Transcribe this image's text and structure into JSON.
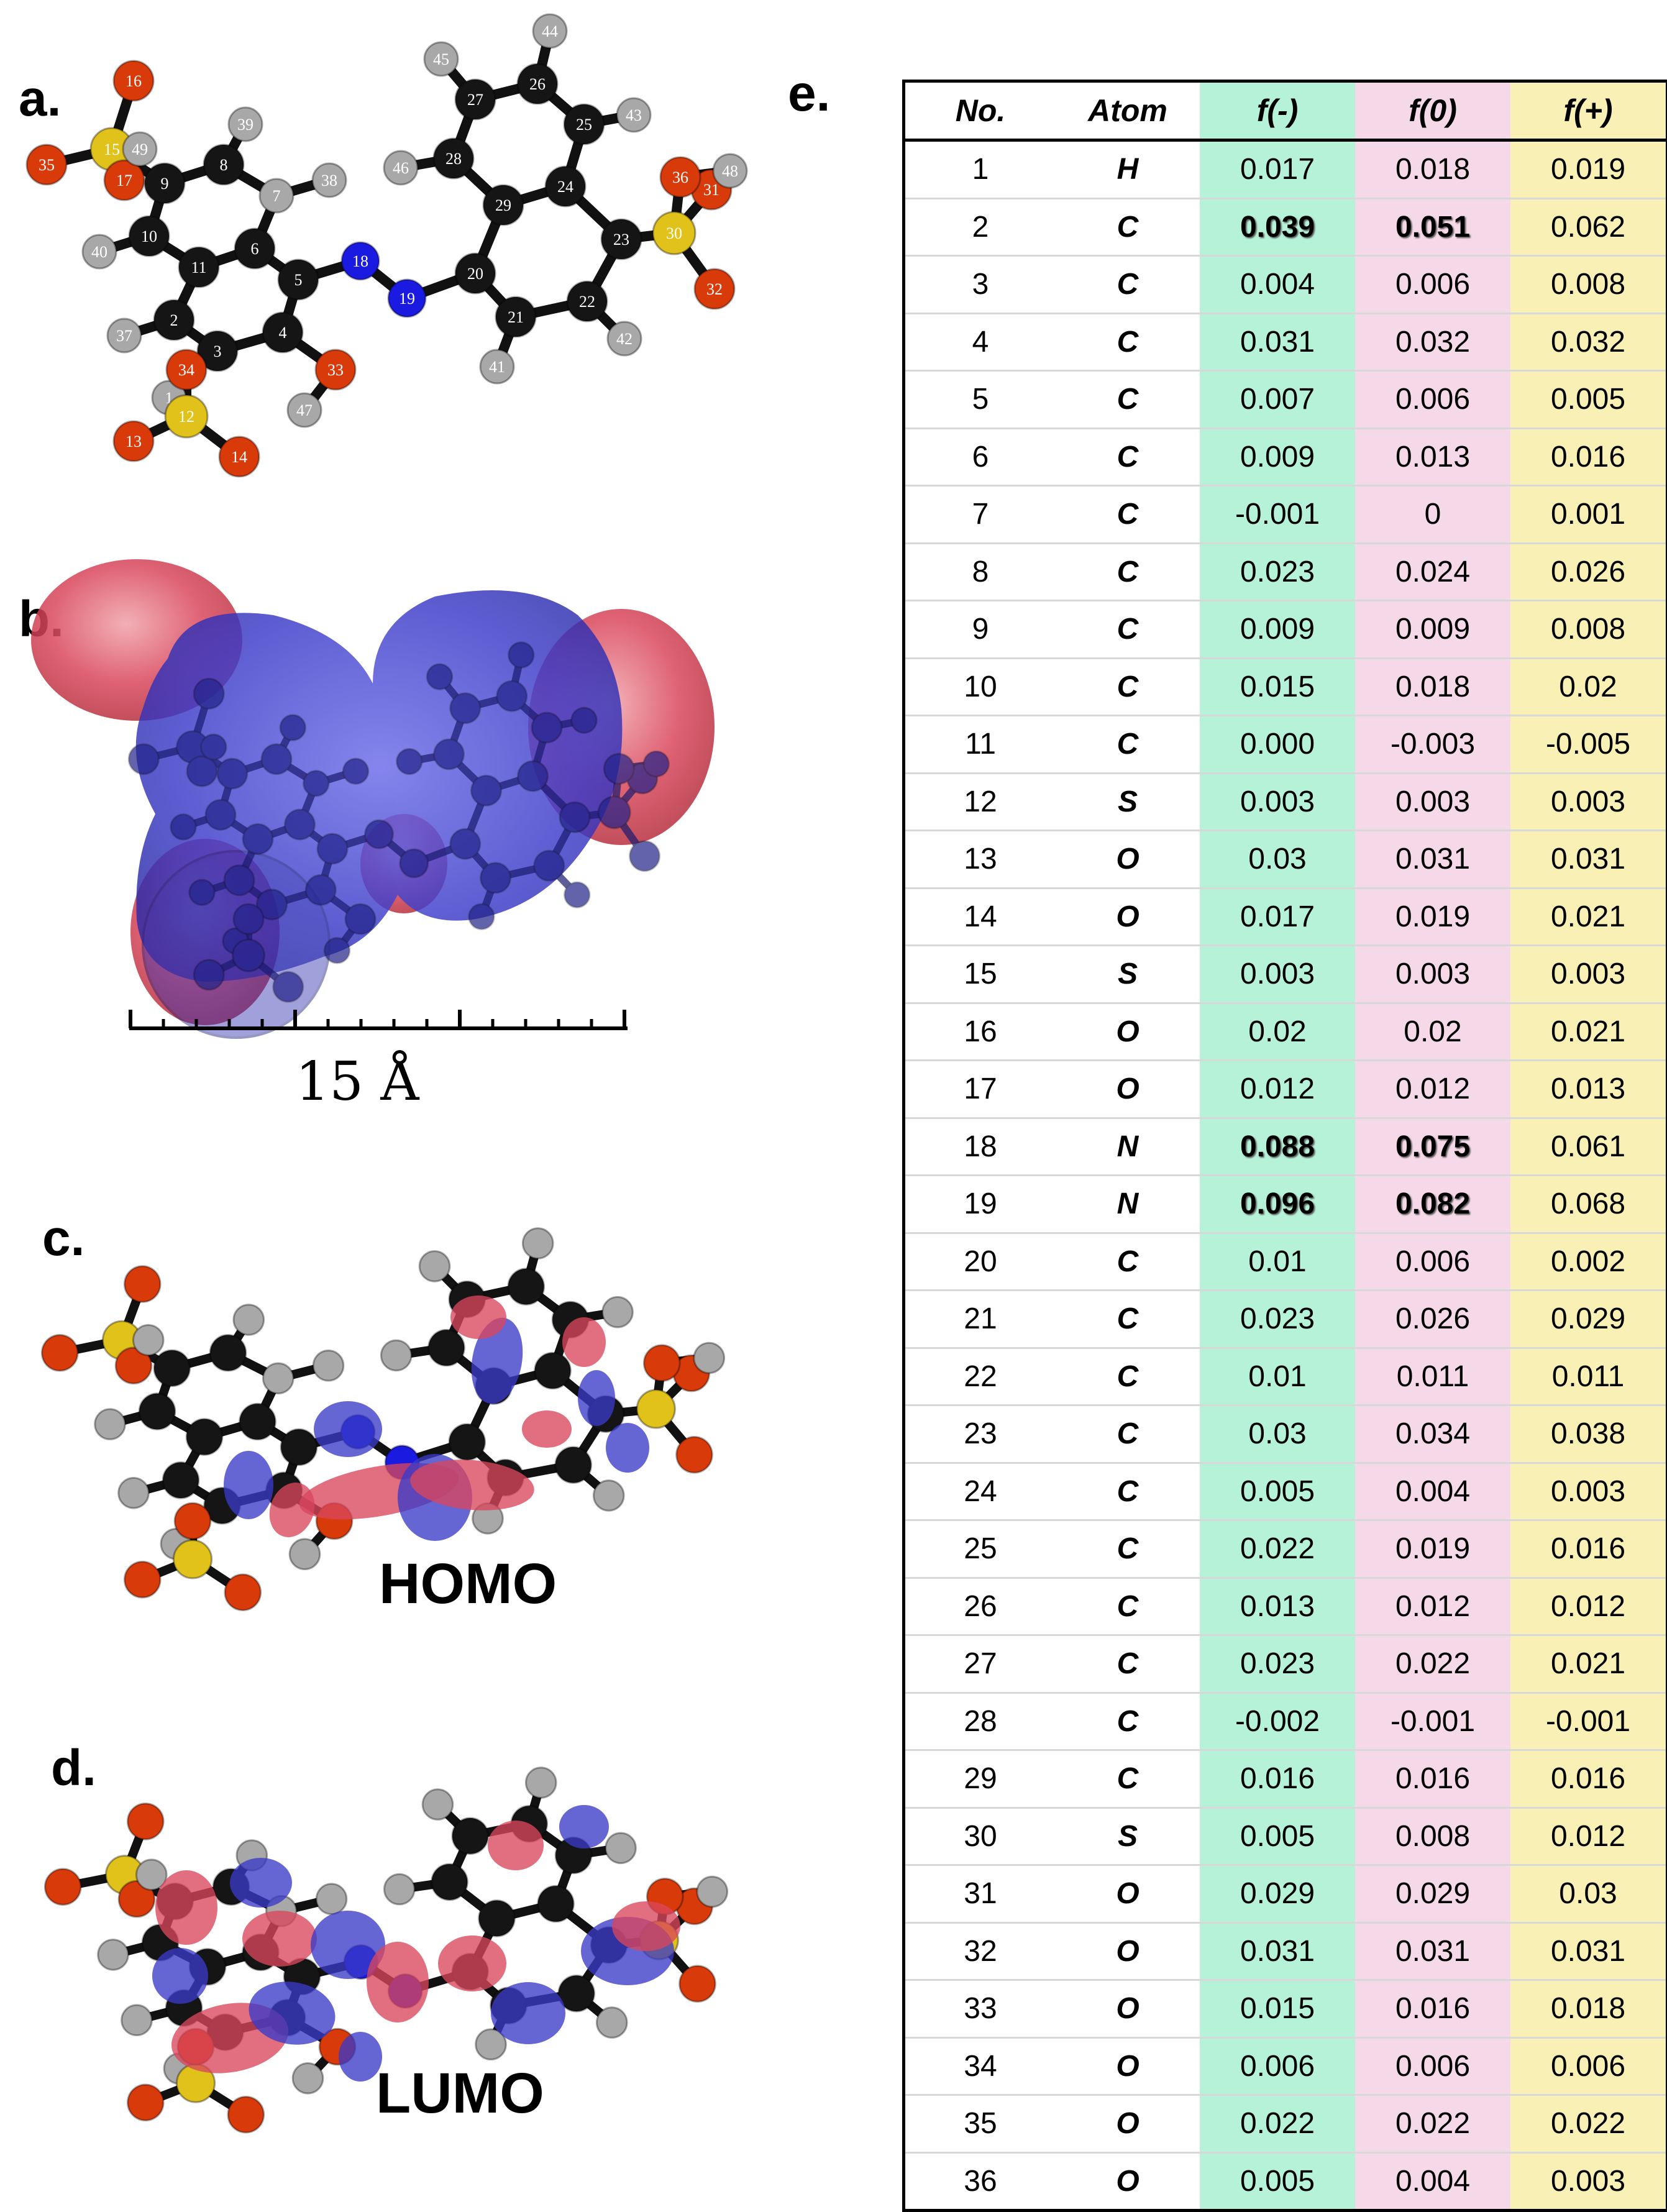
{
  "panels": {
    "a": "a.",
    "b": "b.",
    "c": "c.",
    "d": "d.",
    "e": "e."
  },
  "scale_bar": {
    "label": "15 Å"
  },
  "orbitals": {
    "homo": "HOMO",
    "lumo": "LUMO"
  },
  "atom_labels": [
    "1",
    "2",
    "3",
    "4",
    "5",
    "6",
    "7",
    "8",
    "9",
    "10",
    "11",
    "12",
    "13",
    "14",
    "15",
    "16",
    "17",
    "18",
    "19",
    "20",
    "21",
    "22",
    "23",
    "24",
    "25",
    "26",
    "27",
    "28",
    "29",
    "30",
    "31",
    "32",
    "33",
    "34",
    "35",
    "36",
    "37",
    "38",
    "39",
    "40",
    "41",
    "42",
    "43",
    "44",
    "45",
    "46",
    "47",
    "48",
    "49"
  ],
  "colors": {
    "carbon": "#151515",
    "hydrogen": "#a8a8a8",
    "nitrogen": "#1a1ae0",
    "oxygen": "#d93a0a",
    "sulfur": "#e0c21a",
    "lobe_blue": "#3a3ac8",
    "lobe_red": "#d9475c",
    "col_fminus": "#b6f2d8",
    "col_fzero": "#f6d9e8",
    "col_fplus": "#f8f0b4"
  },
  "table": {
    "headers": [
      "No.",
      "Atom",
      "f(-)",
      "f(0)",
      "f(+)"
    ],
    "rows": [
      [
        "1",
        "H",
        "0.017",
        "0.018",
        "0.019"
      ],
      [
        "2",
        "C",
        "0.039",
        "0.051",
        "0.062"
      ],
      [
        "3",
        "C",
        "0.004",
        "0.006",
        "0.008"
      ],
      [
        "4",
        "C",
        "0.031",
        "0.032",
        "0.032"
      ],
      [
        "5",
        "C",
        "0.007",
        "0.006",
        "0.005"
      ],
      [
        "6",
        "C",
        "0.009",
        "0.013",
        "0.016"
      ],
      [
        "7",
        "C",
        "-0.001",
        "0",
        "0.001"
      ],
      [
        "8",
        "C",
        "0.023",
        "0.024",
        "0.026"
      ],
      [
        "9",
        "C",
        "0.009",
        "0.009",
        "0.008"
      ],
      [
        "10",
        "C",
        "0.015",
        "0.018",
        "0.02"
      ],
      [
        "11",
        "C",
        "0.000",
        "-0.003",
        "-0.005"
      ],
      [
        "12",
        "S",
        "0.003",
        "0.003",
        "0.003"
      ],
      [
        "13",
        "O",
        "0.03",
        "0.031",
        "0.031"
      ],
      [
        "14",
        "O",
        "0.017",
        "0.019",
        "0.021"
      ],
      [
        "15",
        "S",
        "0.003",
        "0.003",
        "0.003"
      ],
      [
        "16",
        "O",
        "0.02",
        "0.02",
        "0.021"
      ],
      [
        "17",
        "O",
        "0.012",
        "0.012",
        "0.013"
      ],
      [
        "18",
        "N",
        "0.088",
        "0.075",
        "0.061"
      ],
      [
        "19",
        "N",
        "0.096",
        "0.082",
        "0.068"
      ],
      [
        "20",
        "C",
        "0.01",
        "0.006",
        "0.002"
      ],
      [
        "21",
        "C",
        "0.023",
        "0.026",
        "0.029"
      ],
      [
        "22",
        "C",
        "0.01",
        "0.011",
        "0.011"
      ],
      [
        "23",
        "C",
        "0.03",
        "0.034",
        "0.038"
      ],
      [
        "24",
        "C",
        "0.005",
        "0.004",
        "0.003"
      ],
      [
        "25",
        "C",
        "0.022",
        "0.019",
        "0.016"
      ],
      [
        "26",
        "C",
        "0.013",
        "0.012",
        "0.012"
      ],
      [
        "27",
        "C",
        "0.023",
        "0.022",
        "0.021"
      ],
      [
        "28",
        "C",
        "-0.002",
        "-0.001",
        "-0.001"
      ],
      [
        "29",
        "C",
        "0.016",
        "0.016",
        "0.016"
      ],
      [
        "30",
        "S",
        "0.005",
        "0.008",
        "0.012"
      ],
      [
        "31",
        "O",
        "0.029",
        "0.029",
        "0.03"
      ],
      [
        "32",
        "O",
        "0.031",
        "0.031",
        "0.031"
      ],
      [
        "33",
        "O",
        "0.015",
        "0.016",
        "0.018"
      ],
      [
        "34",
        "O",
        "0.006",
        "0.006",
        "0.006"
      ],
      [
        "35",
        "O",
        "0.022",
        "0.022",
        "0.022"
      ],
      [
        "36",
        "O",
        "0.005",
        "0.004",
        "0.003"
      ]
    ],
    "highlighted": [
      [
        2,
        "f(-)"
      ],
      [
        2,
        "f(0)"
      ],
      [
        18,
        "f(-)"
      ],
      [
        18,
        "f(0)"
      ],
      [
        19,
        "f(-)"
      ],
      [
        19,
        "f(0)"
      ]
    ]
  }
}
